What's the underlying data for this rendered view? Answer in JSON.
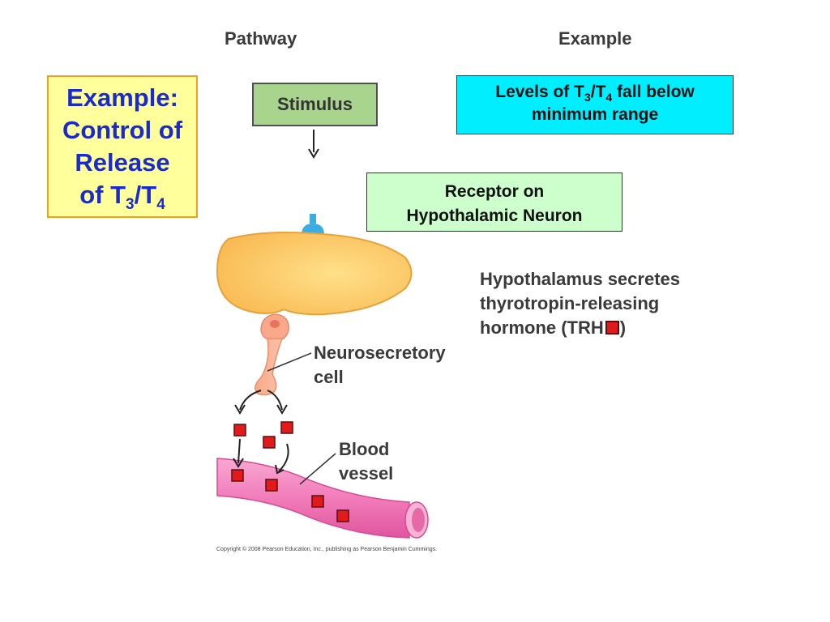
{
  "headers": {
    "pathway": "Pathway",
    "example": "Example"
  },
  "title_box": {
    "line1": "Example:",
    "line2": "Control of",
    "line3": "Release",
    "line4_prefix": "of T",
    "sub1": "3",
    "slash": "/T",
    "sub2": "4"
  },
  "stimulus": {
    "label": "Stimulus"
  },
  "example_box": {
    "prefix": "Levels of T",
    "sub1": "3",
    "slash": "/T",
    "sub2": "4",
    "suffix": " fall below",
    "line2": "minimum range"
  },
  "receptor_box": {
    "line1": "Receptor on",
    "line2": "Hypothalamic Neuron"
  },
  "description": {
    "line1": "Hypothalamus secretes",
    "line2": "thyrotropin-releasing",
    "line3_prefix": "hormone (TRH",
    "line3_suffix": ")"
  },
  "labels": {
    "neurosecretory_line1": "Neurosecretory",
    "neurosecretory_line2": "cell",
    "blood_line1": "Blood",
    "blood_line2": "vessel"
  },
  "copyright": "Copyright © 2008 Pearson Education, Inc., publishing as Pearson Benjamin Cummings.",
  "colors": {
    "title_text": "#1a2acb",
    "title_bg": "#ffff9c",
    "stimulus_bg": "#a8d48e",
    "example_bg": "#00eeff",
    "receptor_bg": "#ccffcc",
    "hormone": "#e21a1a",
    "cell_body": "#ffc860",
    "vessel": "#f07ab8",
    "receptor_icon": "#3aaee0"
  }
}
